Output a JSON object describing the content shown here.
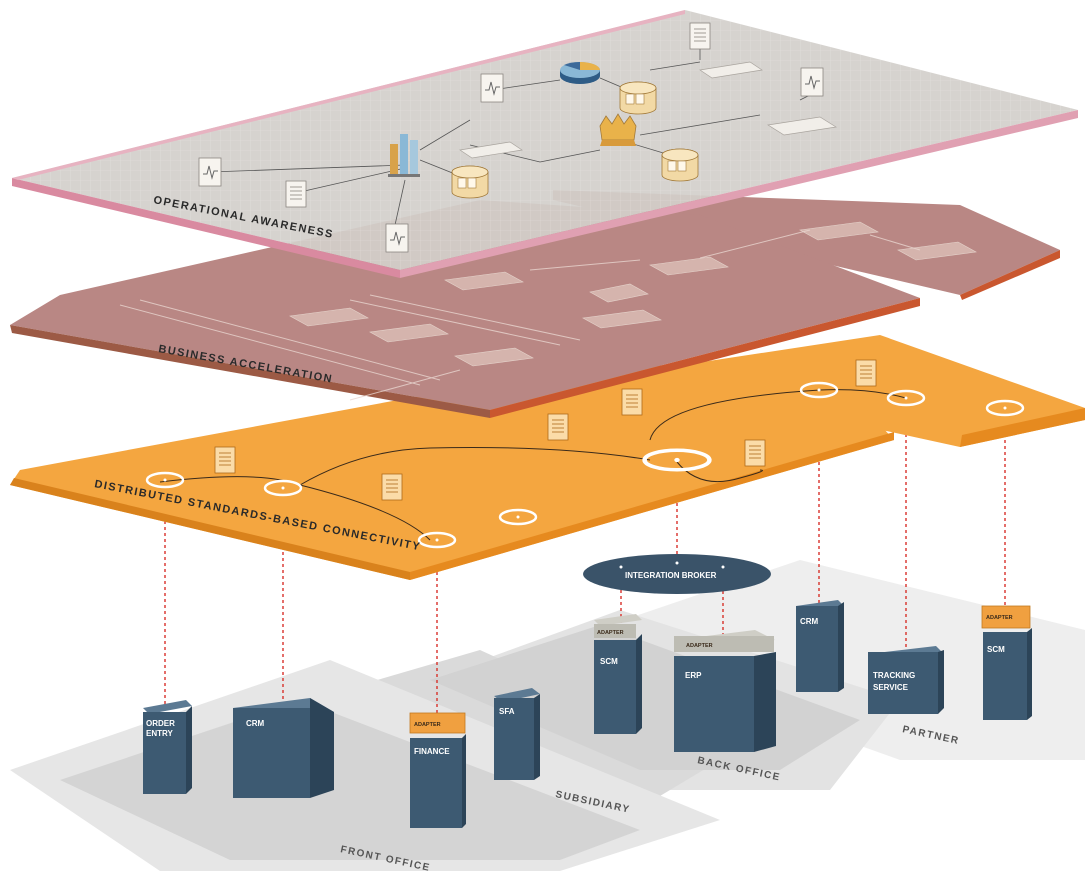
{
  "colors": {
    "awareness_fill": "#d2cfcb",
    "awareness_edge": "#d98aa0",
    "acceleration_fill": "#b98784",
    "acceleration_edge": "#c9572f",
    "connectivity_fill": "#f4a640",
    "connectivity_edge": "#e68a1f",
    "server": "#3d5a72",
    "server_side": "#2c4458",
    "broker": "#3a5369",
    "adapter": "#f0a040",
    "connector": "#d8312a"
  },
  "planes": {
    "awareness": "OPERATIONAL AWARENESS",
    "acceleration": "BUSINESS ACCELERATION",
    "connectivity": "DISTRIBUTED STANDARDS-BASED CONNECTIVITY"
  },
  "broker": "INTEGRATION BROKER",
  "adapter_label": "ADAPTER",
  "servers": {
    "order_entry": [
      "ORDER",
      "ENTRY"
    ],
    "crm_front": "CRM",
    "finance": "FINANCE",
    "sfa": "SFA",
    "scm_back": "SCM",
    "erp": "ERP",
    "crm_partner": "CRM",
    "tracking": [
      "TRACKING",
      "SERVICE"
    ],
    "scm_partner": "SCM"
  },
  "zones": {
    "front_office": "FRONT OFFICE",
    "subsidiary": "SUBSIDIARY",
    "back_office": "BACK OFFICE",
    "partner": "PARTNER"
  },
  "icons": {
    "document": "document-icon",
    "monitor": "monitor-chart-icon",
    "database": "database-icon",
    "bar_chart": "bar-chart-icon",
    "pie_chart": "pie-chart-icon",
    "crown": "crown-icon"
  }
}
